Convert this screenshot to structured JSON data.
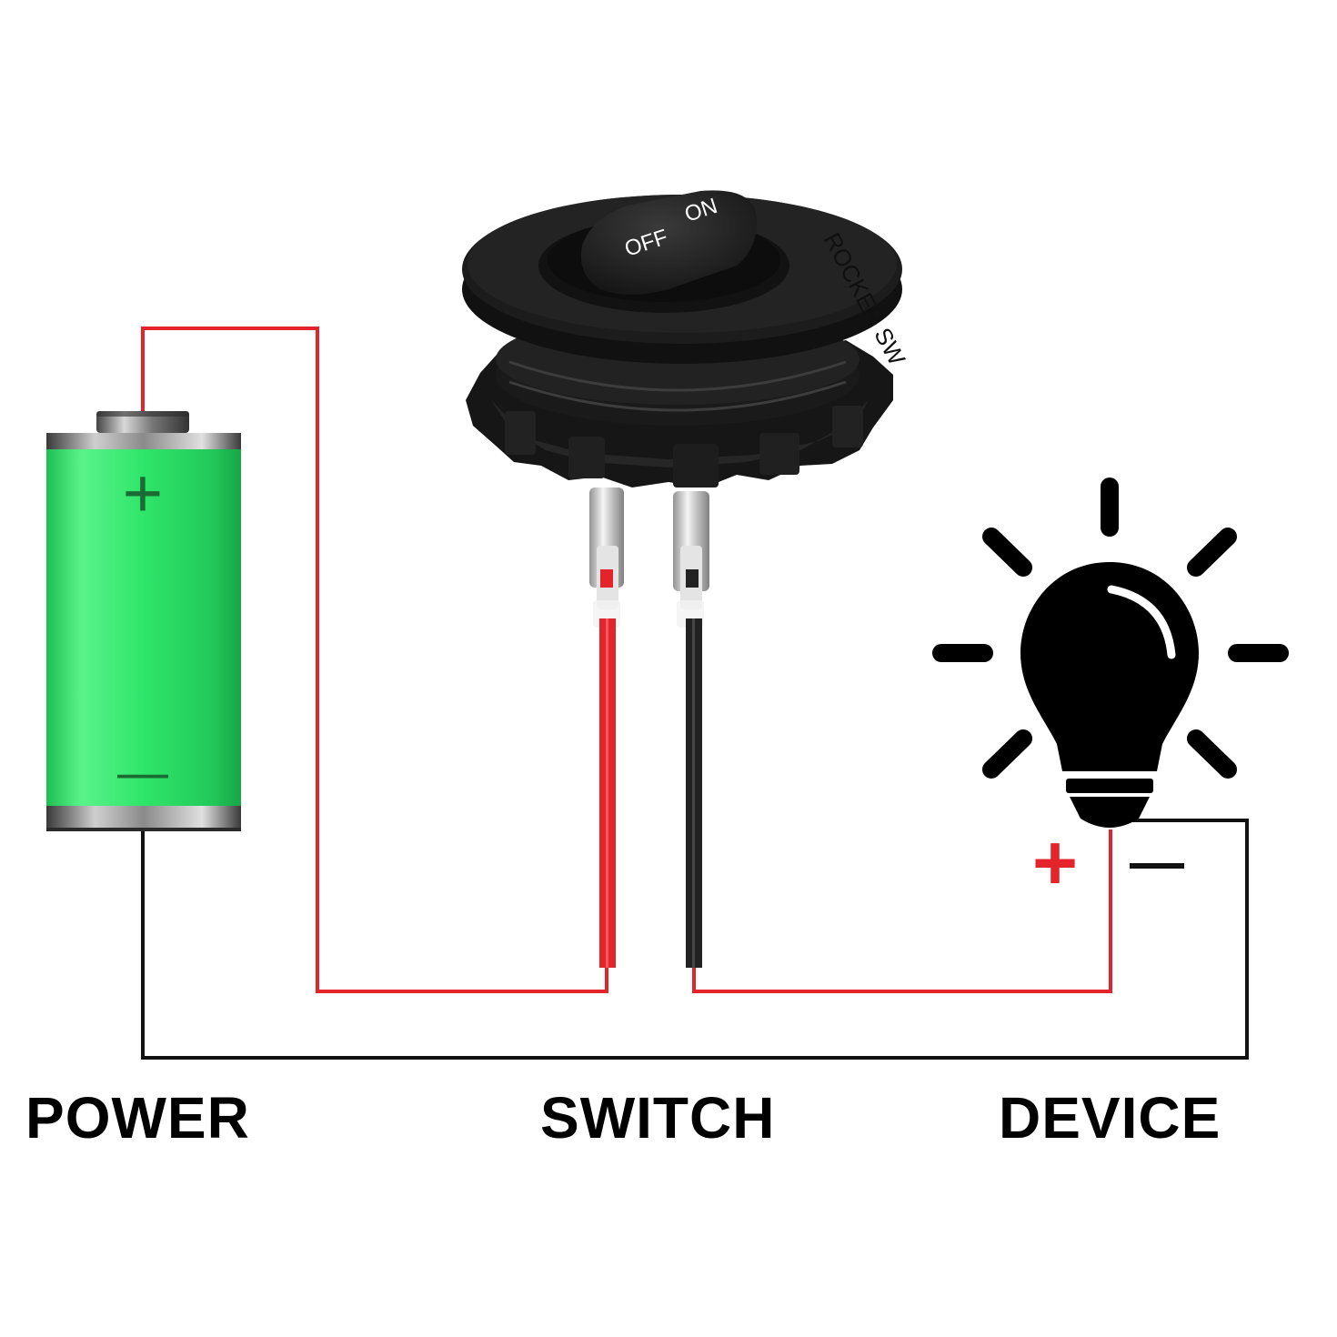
{
  "labels": {
    "power": "POWER",
    "switch": "SWITCH",
    "device": "DEVICE"
  },
  "battery": {
    "positive_symbol": "+",
    "negative_symbol": "—",
    "body_color": "#2fe56a"
  },
  "switch": {
    "on_text": "ON",
    "off_text": "OFF",
    "rim_text": "ROCKER SW"
  },
  "device": {
    "positive_symbol": "+",
    "negative_symbol": "—"
  },
  "colors": {
    "positive_wire": "#e3242b",
    "negative_wire": "#111111",
    "switch_body": "#1c1c1c"
  },
  "icons": {
    "power": "battery-icon",
    "switch": "rocker-switch-icon",
    "device": "light-bulb-icon"
  }
}
